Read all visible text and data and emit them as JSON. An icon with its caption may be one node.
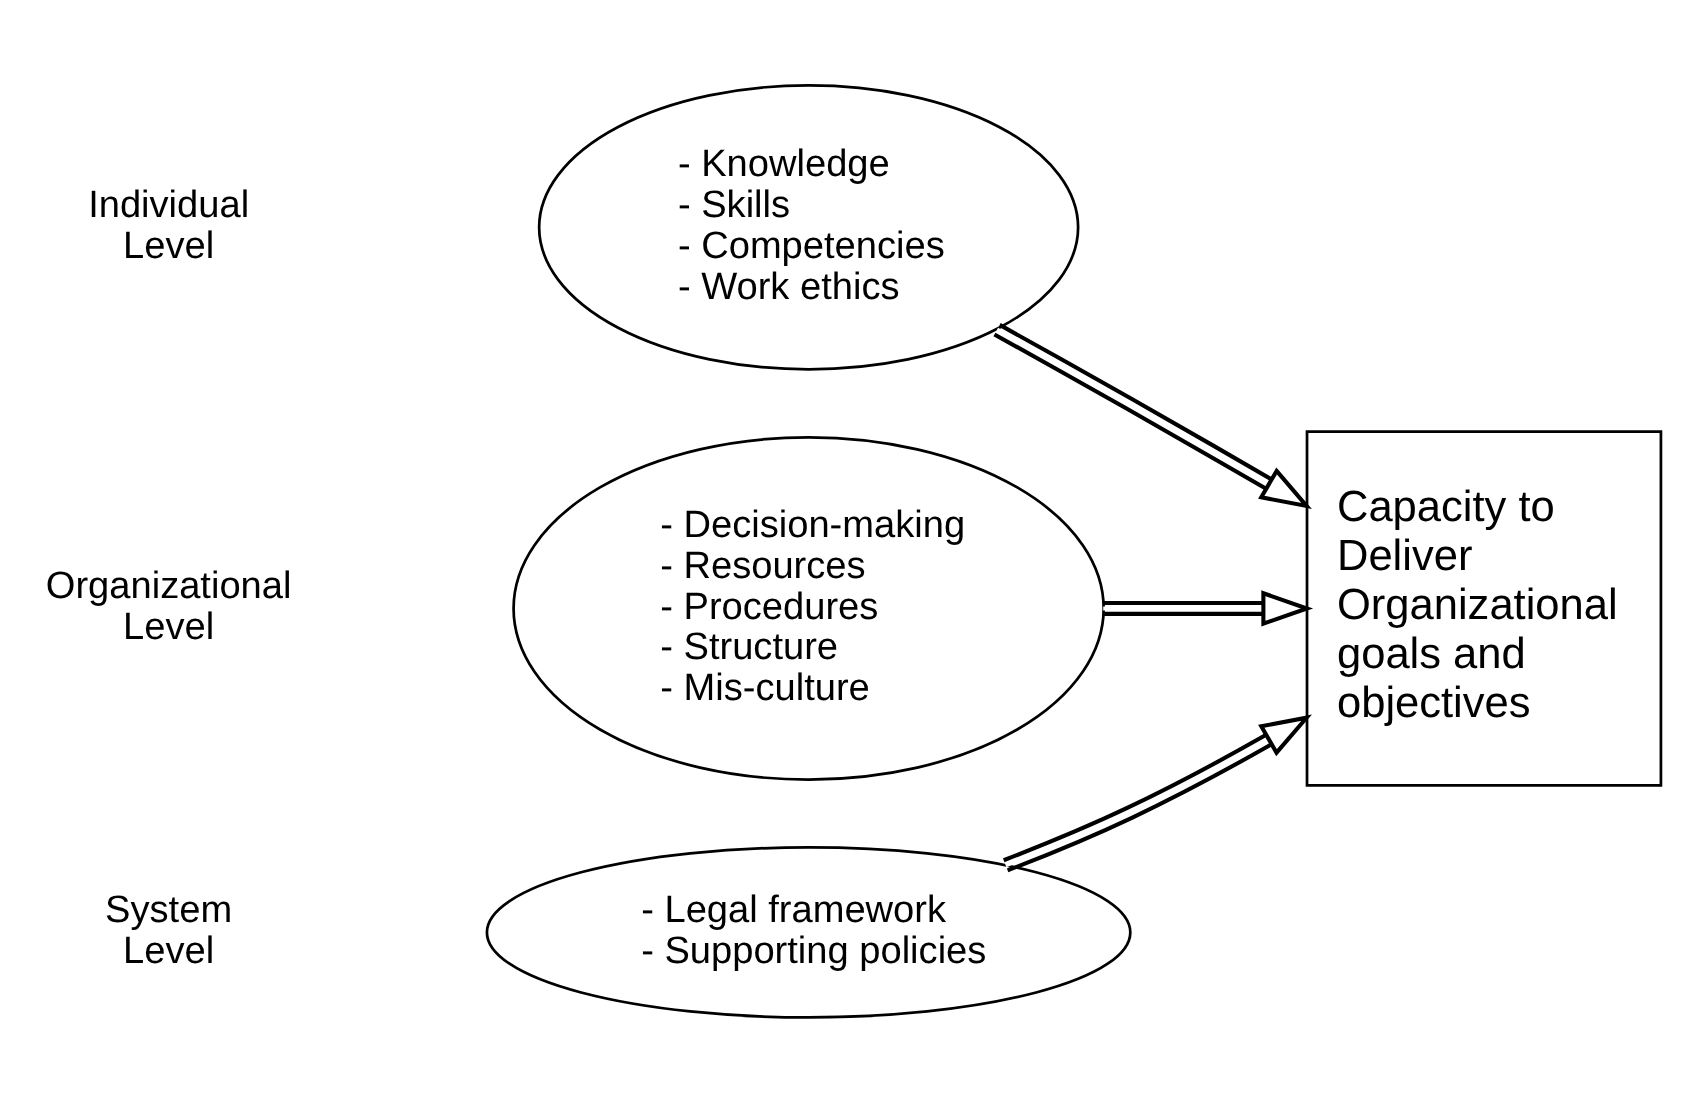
{
  "diagram": {
    "nodes": [
      {
        "text": [
          "- Knowledge",
          "- Skills",
          "- Competencies",
          "- Work ethics"
        ]
      },
      {
        "text": [
          "- Decision-making",
          "- Resources",
          "- Procedures",
          "- Structure",
          "- Mis-culture"
        ]
      },
      {
        "text": [
          "- Legal framework",
          "- Supporting policies"
        ]
      },
      {
        "text": [
          "Capacity to Deliver Organizational goals and objectives"
        ]
      }
    ],
    "edges": [
      {
        "from": 0,
        "to": 3,
        "arrow": "to"
      },
      {
        "from": 1,
        "to": 3,
        "arrow": "to"
      },
      {
        "from": 2,
        "to": 3,
        "arrow": "to"
      }
    ],
    "labels": [
      "Individual Level",
      "Organizational Level",
      "System Level"
    ]
  }
}
